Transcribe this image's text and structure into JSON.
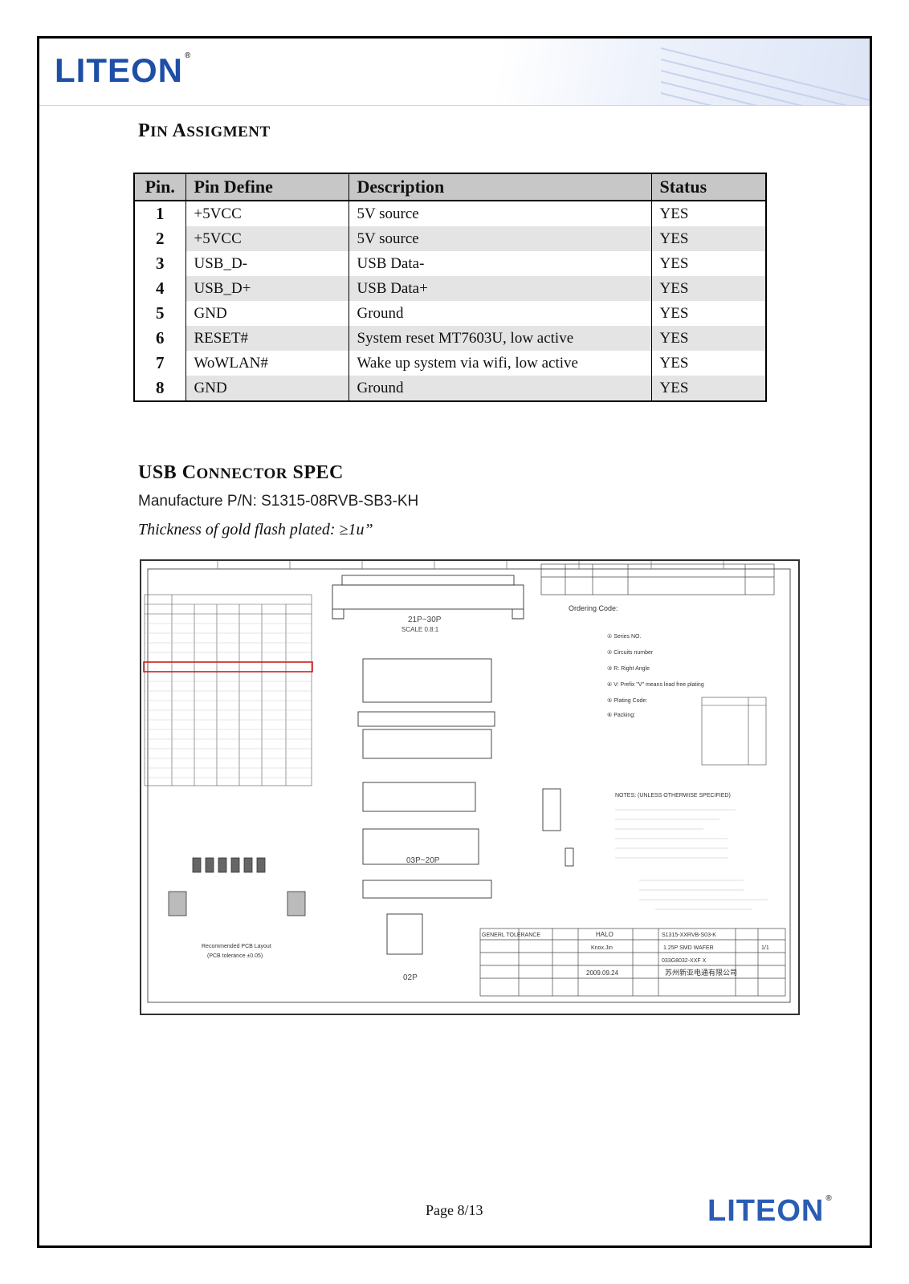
{
  "logo": {
    "text": "LITEON",
    "mark": "®"
  },
  "pin_section": {
    "title_initial": "P",
    "title_rest_1": "IN ",
    "title_initial_2": "A",
    "title_rest_2": "SSIGMENT"
  },
  "pin_table": {
    "headers": [
      "Pin.",
      "Pin Define",
      "Description",
      "Status"
    ],
    "rows": [
      [
        "1",
        "+5VCC",
        "5V source",
        "YES"
      ],
      [
        "2",
        "+5VCC",
        "5V source",
        "YES"
      ],
      [
        "3",
        "USB_D-",
        "USB Data-",
        "YES"
      ],
      [
        "4",
        "USB_D+",
        "USB Data+",
        "YES"
      ],
      [
        "5",
        "GND",
        "Ground",
        "YES"
      ],
      [
        "6",
        "RESET#",
        "System reset MT7603U, low active",
        "YES"
      ],
      [
        "7",
        "WoWLAN#",
        "Wake up system via wifi, low active",
        "YES"
      ],
      [
        "8",
        "GND",
        "Ground",
        "YES"
      ]
    ]
  },
  "usb_section": {
    "title_a": "USB C",
    "title_b": "ONNECTOR",
    "title_c": " SPEC",
    "manufacture_pn": "Manufacture P/N: S1315-08RVB-SB3-KH",
    "thickness": "Thickness of gold flash plated: ≥1u”"
  },
  "drawing": {
    "title_block_top": "S1315-XXRVB-S03-K",
    "pcb_layout_label": "Recommended PCB Layout",
    "pcb_tolerance": "(PCB tolerance ±0.05)",
    "label_21p": "21P~30P",
    "label_03p": "03P~20P",
    "label_02p": "02P",
    "scale": "SCALE 0.8:1",
    "ordering_code": "Ordering Code:",
    "notes_title": "NOTES: (UNLESS OTHERWISE SPECIFIED)",
    "company": "HALO",
    "part_title": "1.25P SMD WAFER",
    "date": "2009.09.24",
    "drawn_by": "Knox.Jin",
    "cust_no": "033G8032-XXF X",
    "sheet": "1/1",
    "company_cn": "苏州新亚电通有限公司",
    "general_tolerance": "GENERL TOLERANCE"
  },
  "footer": {
    "page": "Page 8/13"
  }
}
